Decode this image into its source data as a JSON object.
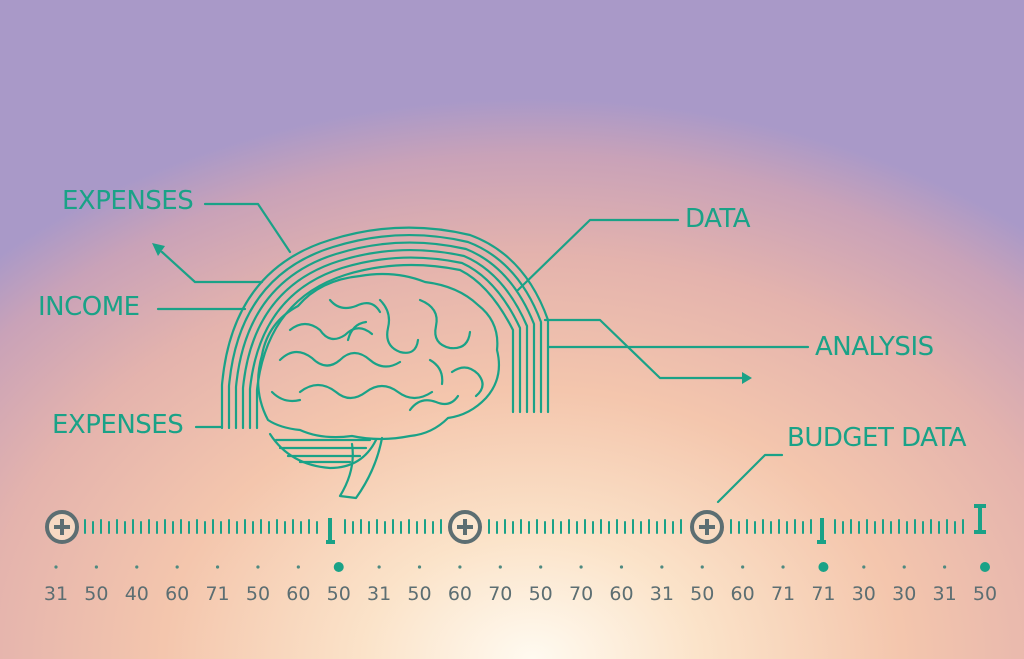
{
  "labels": {
    "expenses_top": "EXPENSES",
    "income": "INCOME",
    "expenses_bottom": "EXPENSES",
    "data": "DATA",
    "analysis": "ANALYSIS",
    "budget_data": "BUDGET DATA"
  },
  "scale_numbers": [
    "31",
    "50",
    "40",
    "60",
    "71",
    "50",
    "60",
    "50",
    "31",
    "50",
    "60",
    "70",
    "50",
    "70",
    "60",
    "31",
    "50",
    "60",
    "71",
    "71",
    "30",
    "30",
    "31",
    "50"
  ],
  "highlighted_dots": [
    7,
    19,
    23
  ],
  "colors": {
    "accent": "#1aa287",
    "gray": "#5c6e72"
  },
  "icons": [
    "brain-icon",
    "plus-circle-icon",
    "arrow-icon"
  ]
}
